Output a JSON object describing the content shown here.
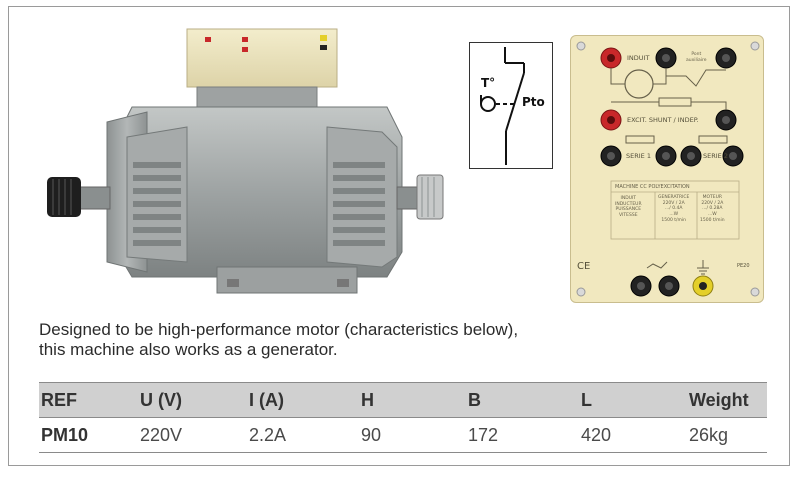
{
  "symbol": {
    "temp_label": "T°",
    "contact_label": "Pto"
  },
  "panel": {
    "induit": "INDUIT",
    "pont": "Pont\nauxiliaire",
    "excit": "EXCIT. SHUNT / INDEP.",
    "serie1": "SERIE 1",
    "serie2": "SERIE 2",
    "title": "MACHINE CC POLYEXCITATION",
    "rows_label": "INDUIT\nINDUCTEUR\nPUISSANCE\nVITESSE",
    "generatrice": "GENERATRICE\n220V / 2A\n.../ 0.4A\n...W\n1500 t/min",
    "moteur": "MOTEUR\n220V / 2A\n.../ 0.28A\n...W\n1500 t/min",
    "ce_mark": "CE",
    "ref": "PE20"
  },
  "description": {
    "line1": "Designed to be high-performance motor (characteristics below),",
    "line2": "this machine  also works as a generator."
  },
  "table": {
    "headers": [
      "REF",
      "U (V)",
      "I (A)",
      "H",
      "B",
      "L",
      "Weight"
    ],
    "rows": [
      [
        "PM10",
        "220V",
        "2.2A",
        "90",
        "172",
        "420",
        "26kg"
      ]
    ]
  },
  "colors": {
    "motor_gray": "#a4a8a8",
    "panel_beige": "#f1e8bf",
    "header_gray": "#d0d0d0",
    "red_terminal": "#c8282a",
    "yellow_terminal": "#e4cf2a"
  }
}
